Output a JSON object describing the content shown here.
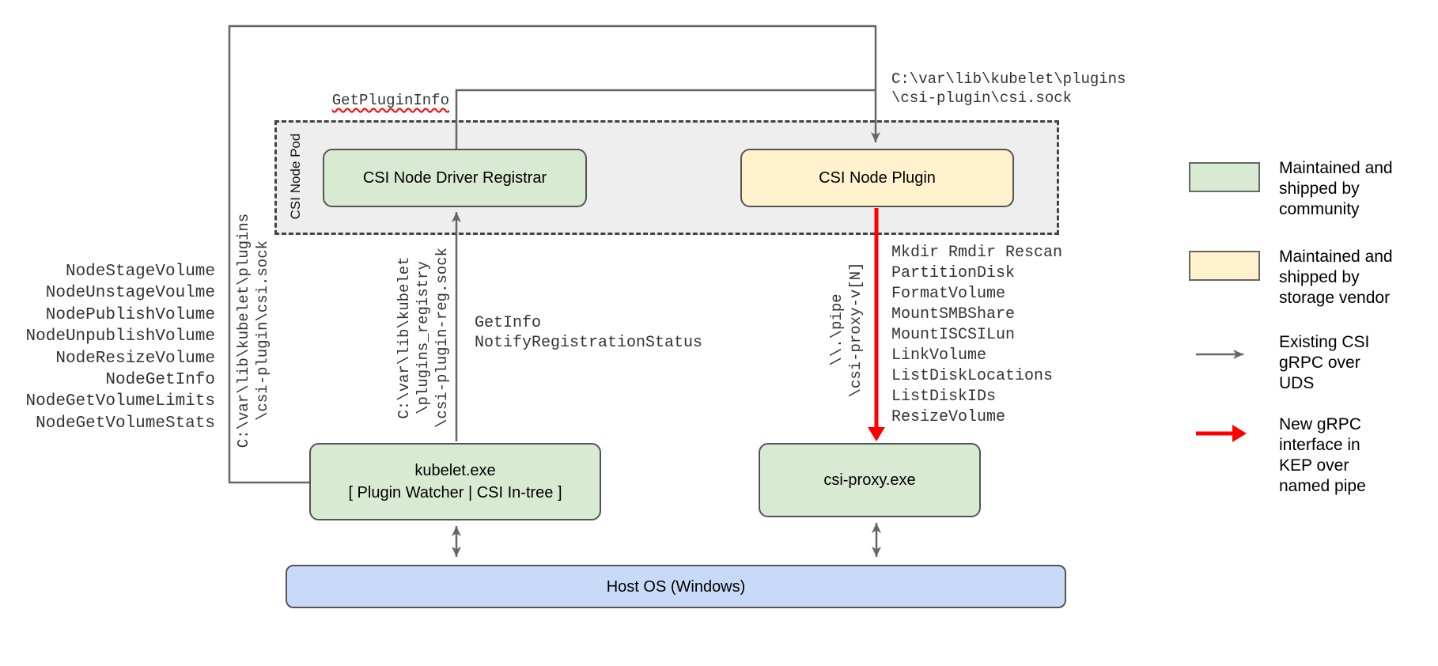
{
  "diagram": {
    "pod_label": "CSI Node Pod",
    "nodes": {
      "registrar": "CSI Node Driver Registrar",
      "plugin": "CSI Node Plugin",
      "kubelet_title": "kubelet.exe",
      "kubelet_subtitle": "[ Plugin Watcher | CSI In-tree ]",
      "csi_proxy": "csi-proxy.exe",
      "host_os": "Host OS (Windows)"
    },
    "labels": {
      "get_plugin_info": "GetPluginInfo",
      "csi_sock_path_top": "C:\\var\\lib\\kubelet\\plugins\n\\csi-plugin\\csi.sock",
      "csi_sock_path_vertical": "C:\\var\\lib\\kubelet\\plugins\n\\csi-plugin\\csi.sock",
      "registry_sock_path_vertical": "C:\\var\\lib\\kubelet\n\\plugins_registry\n\\csi-plugin-reg.sock",
      "pipe_path_vertical": "\\\\.\\pipe\n\\csi-proxy-v[N]",
      "registrar_calls": "GetInfo\nNotifyRegistrationStatus"
    },
    "node_rpcs": [
      "NodeStageVolume",
      "NodeUnstageVoulme",
      "NodePublishVolume",
      "NodeUnpublishVolume",
      "NodeResizeVolume",
      "NodeGetInfo",
      "NodeGetVolumeLimits",
      "NodeGetVolumeStats"
    ],
    "proxy_rpcs": [
      "Mkdir Rmdir Rescan",
      "PartitionDisk",
      "FormatVolume",
      "MountSMBShare",
      "MountISCSILun",
      "LinkVolume",
      "ListDiskLocations",
      "ListDiskIDs",
      "ResizeVolume"
    ]
  },
  "legend": {
    "community": "Maintained and\nshipped by\ncommunity",
    "storage_vendor": "Maintained and\nshipped by\nstorage vendor",
    "existing_grpc": "Existing CSI\ngRPC over\nUDS",
    "new_grpc": "New gRPC\ninterface in\nKEP over\nnamed pipe"
  },
  "colors": {
    "community_green": "#d9ead3",
    "vendor_yellow": "#fff2cc",
    "host_blue": "#c9daf8",
    "pod_gray": "#eeeeee",
    "wire_gray": "#666666",
    "new_interface_red": "#ff0000"
  }
}
